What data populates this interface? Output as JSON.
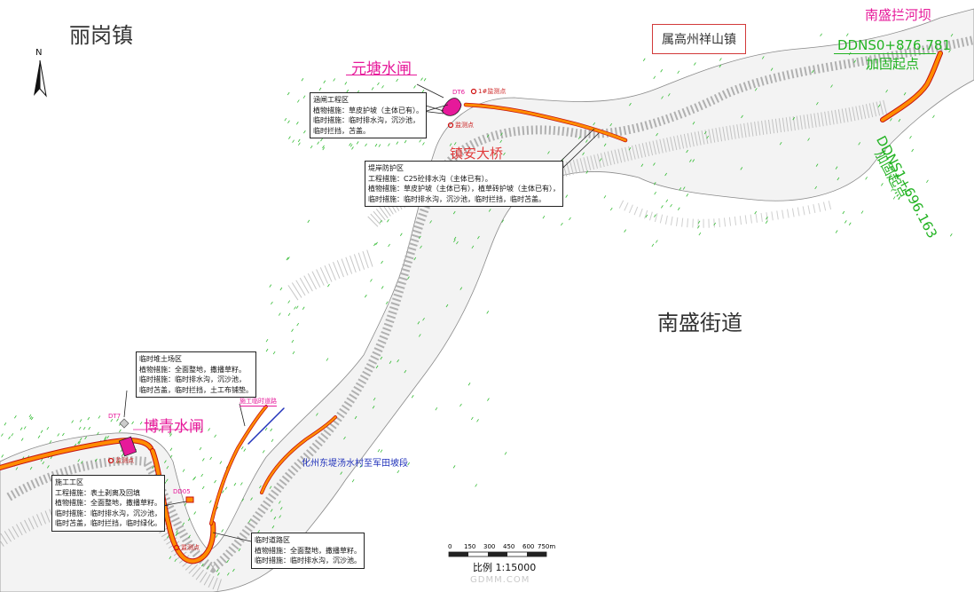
{
  "map": {
    "towns": {
      "ligang": "丽岗镇",
      "nansheng_jiedao": "南盛街道",
      "gaozhou_xiangshan": "属高州祥山镇"
    },
    "sluices": {
      "yuantang": "元塘水闸",
      "boqing": "博青水闸"
    },
    "landmarks": {
      "zhenan_bridge": "镇安大桥",
      "nansheng_dam": "南盛拦河坝"
    },
    "chainage_labels": {
      "start_a_code": "DDNS0+876.781",
      "start_a_text": "加固起点",
      "start_b_code": "DDNS1+696.163",
      "start_b_text": "加固起点"
    },
    "segment_label": "化州东堤汤水村至军田坡段",
    "construction_road_label": "施工临时道路",
    "point_ids": {
      "dt6": "DT6",
      "dt7": "DT7",
      "dd05": "DD05"
    },
    "monitor_label": "1#监测点",
    "monitor_label_plain": "监测点",
    "north_label": "N",
    "callouts": {
      "sluice_area": {
        "title": "涵闸工程区",
        "lines": [
          "植物措施：草皮护坡（主体已有）。",
          "临时措施：临时排水沟，沉沙池，",
          "临时拦挡，苫盖。"
        ]
      },
      "embankment_area": {
        "title": "堤岸防护区",
        "lines": [
          "工程措施：C25砼排水沟（主体已有）。",
          "植物措施：草皮护坡（主体已有），植草砖护坡（主体已有），",
          "临时措施：临时排水沟，沉沙池，临时拦挡，临时苫盖。"
        ]
      },
      "spoil_area": {
        "title": "临时堆土场区",
        "lines": [
          "植物措施：全面整地，撒播草籽。",
          "临时措施：临时排水沟，沉沙池，",
          "临时苫盖，临时拦挡，土工布铺垫。"
        ]
      },
      "construction_area": {
        "title": "施工工区",
        "lines": [
          "工程措施：表土剥离及回填",
          "植物措施：全面整地，撒播草籽。",
          "临时措施：临时排水沟，沉沙池，",
          "临时苫盖，临时拦挡，临时绿化。"
        ]
      },
      "temp_road_area": {
        "title": "临时道路区",
        "lines": [
          "植物措施：全面整地，撒播草籽。",
          "临时措施：临时排水沟，沉沙池。"
        ]
      }
    },
    "scale_bar": {
      "ticks": [
        "0",
        "150",
        "300",
        "450",
        "600",
        "750m"
      ],
      "ratio": "比例 1:15000"
    },
    "watermark": "GDMM.COM",
    "colors": {
      "dike": "#ff8c00",
      "dike_edge": "#c41010",
      "sluice": "#e6199a",
      "green_text": "#22b322",
      "river_texture": "#9a9a9a"
    }
  }
}
